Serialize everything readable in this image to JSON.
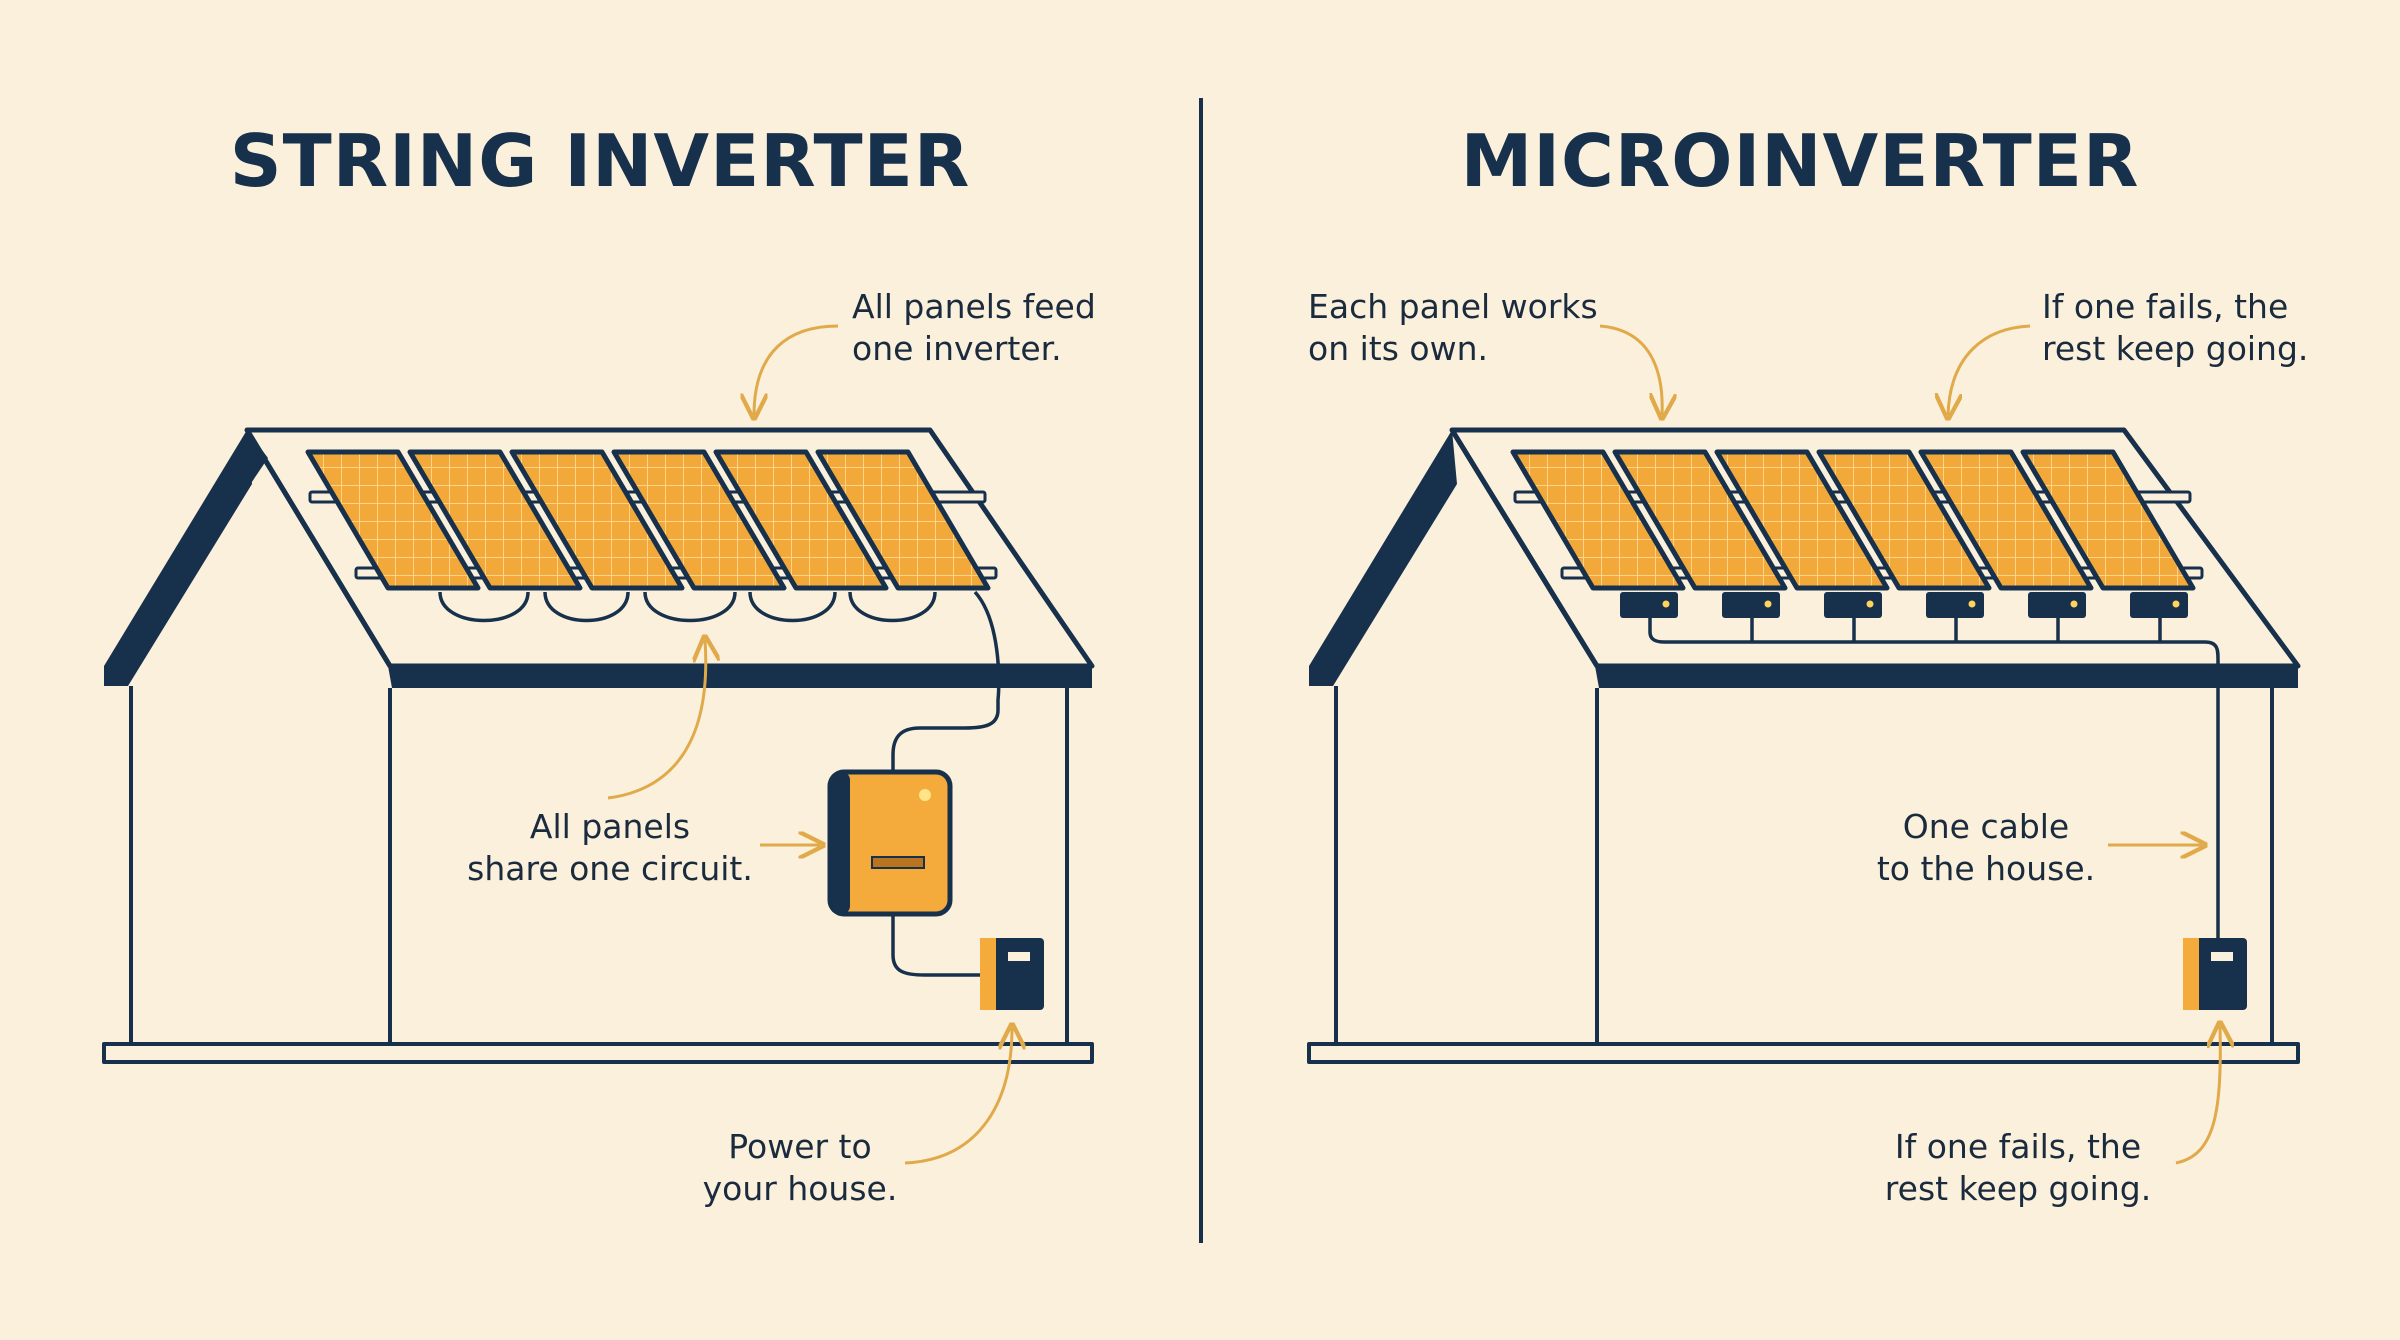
{
  "colors": {
    "background": "#fbf0dc",
    "navy": "#17304b",
    "panel_orange": "#f3a93a",
    "inverter_orange": "#f4ab3c",
    "annotation_arrow": "#e0aa4a"
  },
  "left": {
    "title": "STRING INVERTER",
    "labels": {
      "feed_line1": "All panels feed",
      "feed_line2": "one inverter.",
      "circuit_line1": "All panels",
      "circuit_line2": "share one circuit.",
      "power_line1": "Power to",
      "power_line2": "your house."
    }
  },
  "right": {
    "title": "MICROINVERTER",
    "labels": {
      "own_line1": "Each panel works",
      "own_line2": "on its own.",
      "fails_top_line1": "If one fails, the",
      "fails_top_line2": "rest keep going.",
      "cable_line1": "One cable",
      "cable_line2": "to the house.",
      "fails_bottom_line1": "If one fails, the",
      "fails_bottom_line2": "rest keep going."
    }
  }
}
